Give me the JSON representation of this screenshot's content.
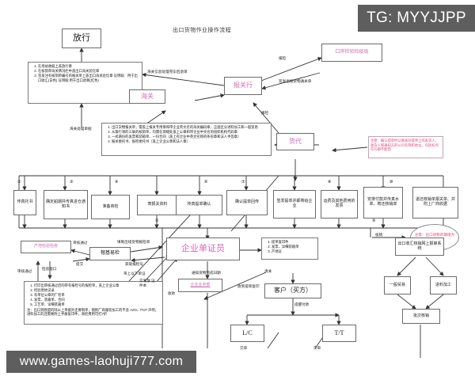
{
  "diagram": {
    "title": "出口货物作业操作流程",
    "watermarks": {
      "tg": "TG: MYYJJPP",
      "site": "www.games-laohuji777.com"
    }
  },
  "nodes": {
    "fangxing": "放行",
    "haiguan": "海关",
    "baoguanhang": "报关行",
    "jianyanju": "口岸检验检疫局",
    "huodai": "货代",
    "chuandituoshu": "传真托书",
    "quedingchuanqi": "确定船期并传真进仓通知书",
    "zhunbeishangjian": "准备商检",
    "jibaoguanziliao": "寄报关资料",
    "chuanzhentidan": "传真提单确认",
    "querentidan": "确认提单回传",
    "qianfatidan": "签发提单并邮寄给企业",
    "yunfeifapiao": "运费及其他费用的发票",
    "anpaifukuan": "安排付款并传真水单、寄还核销单",
    "tuihuanhexiao": "退还核销单报关单、并附上厂商收据",
    "chandijianyan": "产地检验检疫",
    "rongjiyijian": "榕基易检",
    "danzhengyuan": "企业单证员",
    "yewubu": "企业业务部",
    "kehu": "客户（买方）",
    "hexiaoxitong": "出口收汇核销网上报审系统",
    "yibanmaoyi": "一般贸易",
    "jinliaojiagong": "进料加工",
    "picihexiao": "批次核销",
    "lc": "L/C",
    "tt": "T/T"
  },
  "listboxes": {
    "fangxing_docs": {
      "items": [
        "在场站收据上盖放行章",
        "在核销单海关情况栏中盖出口海关验讫章",
        "签发注有核销单编号的报关单上盖出口海关验讫章 证明联：用于出口收汇(白色) 证明联:用于出口退税(红色)"
      ]
    },
    "baoguan_docs": {
      "items": [
        "出口货物报关单，需盖上报关专用章和带企业英文名的海关编码章，正面区分进料加工和一般贸易",
        "从银行领的三联的核销单，均需在骑缝处盖上公章和带企业中文名的组织机构代码章",
        "一式两份的发票和装箱单、一份合同（盖上有企业中英文名称的条形章和法人手签章）",
        "报关委托书、报检委托书（盖上企业公章和法人章）"
      ]
    },
    "shangjian_docs": {
      "items": [
        "打印出审核通过后的带有报检号的报检单，盖上企业公章",
        "检验原始记录",
        "有单位公章的厂检单",
        "发票、装箱单、合同",
        "工艺单、详细装箱单"
      ],
      "note": "注：出口到欧盟的除以上单据外还要制单，随附厂商服装加工的不含 AZO、PCP 声明，进料加工的还需要附上手册复印件，商检费用可打7折"
    },
    "kehu_docs": {
      "items": [
        "提单复印件",
        "发票、详细装箱单",
        "产地证"
      ]
    }
  },
  "notes": {
    "tidan_warning": "注意：确认提单时认真核对提单上的发货人、收货人和通知方的公司名称和地址，包括标点符号都不能错",
    "tuishui_warning": "注意：出口退税的期限为90天"
  },
  "edge_labels": {
    "haiguan_chuli_wanbi": "海关信息处理完毕后退单",
    "haiguan_chuli_danju": "海关处理单据",
    "baojian": "报检",
    "qianfa_tongguandan": "签发出境货物通关单",
    "baojian2": "报检",
    "shenhe_tongguo": "审核通过",
    "tijiao": "提交",
    "jianyan_chuangkou": "检验窗口",
    "shenhe_tongguo2": "审核通过",
    "tianzhi_baojiandan": "填制出境货物报检单",
    "huoqu_baojianhao": "获取报检号",
    "dai_shang_danzheng": "带上以下单证",
    "jiaofa_zhengjianben": "交发放 证件本",
    "tongzhi_huowu": "通知货物完成日期",
    "qingguan": "清关",
    "shoudao_tidan_kouzhi": "收到提单复印",
    "tixing_fukuan": "提醒付款",
    "jiaodan": "交单",
    "jiaodan2": "交单",
    "hexiao": "核销",
    "shoukuan": "收款"
  },
  "step_numbers": [
    "②",
    "③",
    "④",
    "⑤",
    "⑥",
    "⑦",
    "⑧",
    "⑨",
    "⑩"
  ]
}
